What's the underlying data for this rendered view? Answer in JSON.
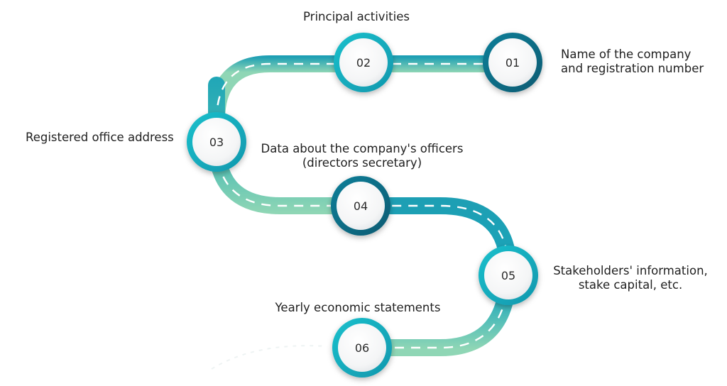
{
  "steps": [
    {
      "number": "01",
      "lines": [
        "Name of the company",
        "and registration number"
      ]
    },
    {
      "number": "02",
      "lines": [
        "Principal activities"
      ]
    },
    {
      "number": "03",
      "lines": [
        "Registered office address"
      ]
    },
    {
      "number": "04",
      "lines": [
        "Data about the company's officers",
        "(directors secretary)"
      ]
    },
    {
      "number": "05",
      "lines": [
        "Stakeholders' information,",
        "stake capital, etc."
      ]
    },
    {
      "number": "06",
      "lines": [
        "Yearly economic statements"
      ]
    }
  ],
  "colors": {
    "road_teal": "#1d9fb4",
    "road_mint": "#8fd6b5",
    "ring_dark": "#0a6f88",
    "ring_light": "#19b6c4",
    "dash": "#ffffff"
  }
}
